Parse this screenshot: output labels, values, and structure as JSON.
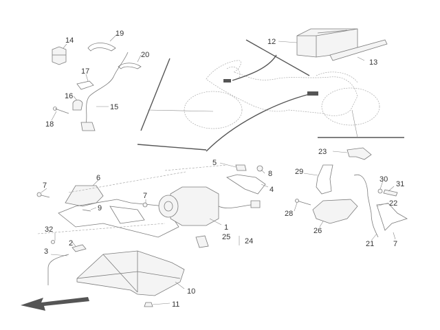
{
  "diagram": {
    "title": "ABS system exploded view",
    "colors": {
      "line": "#7a7a7a",
      "text": "#333333",
      "marker": "#555555",
      "arrow": "#555555"
    },
    "callouts": [
      {
        "id": "c14",
        "label": "14"
      },
      {
        "id": "c19",
        "label": "19"
      },
      {
        "id": "c20",
        "label": "20"
      },
      {
        "id": "c17",
        "label": "17"
      },
      {
        "id": "c16",
        "label": "16"
      },
      {
        "id": "c15",
        "label": "15"
      },
      {
        "id": "c18",
        "label": "18"
      },
      {
        "id": "c12",
        "label": "12"
      },
      {
        "id": "c13",
        "label": "13"
      },
      {
        "id": "c5",
        "label": "5"
      },
      {
        "id": "c8",
        "label": "8"
      },
      {
        "id": "c4",
        "label": "4"
      },
      {
        "id": "c6",
        "label": "6"
      },
      {
        "id": "c7a",
        "label": "7"
      },
      {
        "id": "c9",
        "label": "9"
      },
      {
        "id": "c7b",
        "label": "7"
      },
      {
        "id": "c32",
        "label": "32"
      },
      {
        "id": "c2",
        "label": "2"
      },
      {
        "id": "c3",
        "label": "3"
      },
      {
        "id": "c1",
        "label": "1"
      },
      {
        "id": "c25",
        "label": "25"
      },
      {
        "id": "c24",
        "label": "24"
      },
      {
        "id": "c10",
        "label": "10"
      },
      {
        "id": "c11",
        "label": "11"
      },
      {
        "id": "c23",
        "label": "23"
      },
      {
        "id": "c29",
        "label": "29"
      },
      {
        "id": "c30",
        "label": "30"
      },
      {
        "id": "c31",
        "label": "31"
      },
      {
        "id": "c22",
        "label": "22"
      },
      {
        "id": "c28",
        "label": "28"
      },
      {
        "id": "c26",
        "label": "26"
      },
      {
        "id": "c21",
        "label": "21"
      },
      {
        "id": "c7c",
        "label": "7"
      }
    ]
  }
}
